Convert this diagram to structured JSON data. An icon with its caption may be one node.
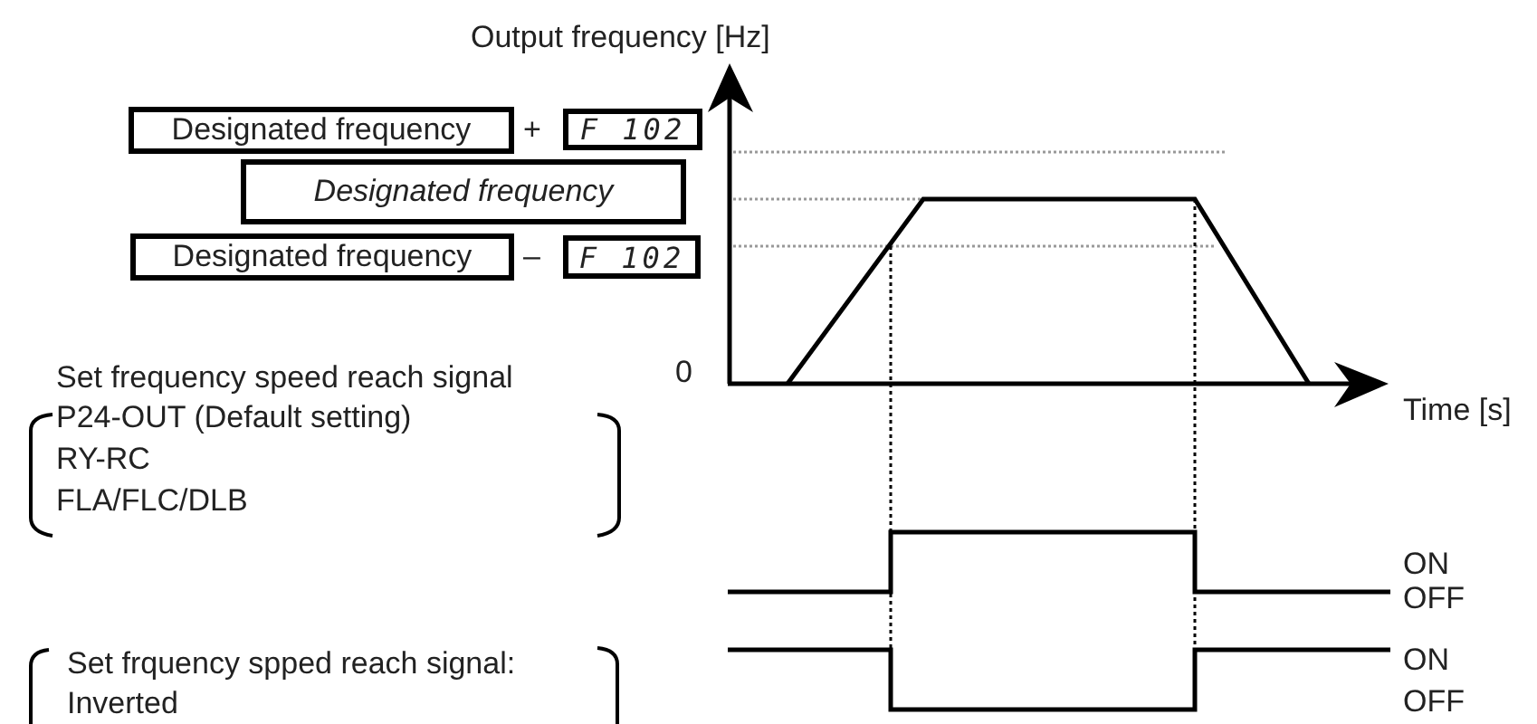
{
  "diagram": {
    "nodes": [
      {
        "text": [
          "Designated frequency"
        ]
      },
      {
        "text": [
          "F 102"
        ]
      },
      {
        "text": [
          "Designated frequency"
        ]
      },
      {
        "text": [
          "Designated frequency"
        ]
      },
      {
        "text": [
          "F 102"
        ]
      }
    ],
    "labels": [
      "Output frequency [Hz]",
      "+",
      "0",
      "Time [s]",
      "–",
      "Set frequency speed reach signal",
      "P24-OUT (Default setting)",
      "RY-RC",
      "FLA/FLC/DLB",
      "ON",
      "OFF",
      "Set frquency spped reach signal:",
      "Inverted",
      "ON",
      "OFF"
    ]
  }
}
